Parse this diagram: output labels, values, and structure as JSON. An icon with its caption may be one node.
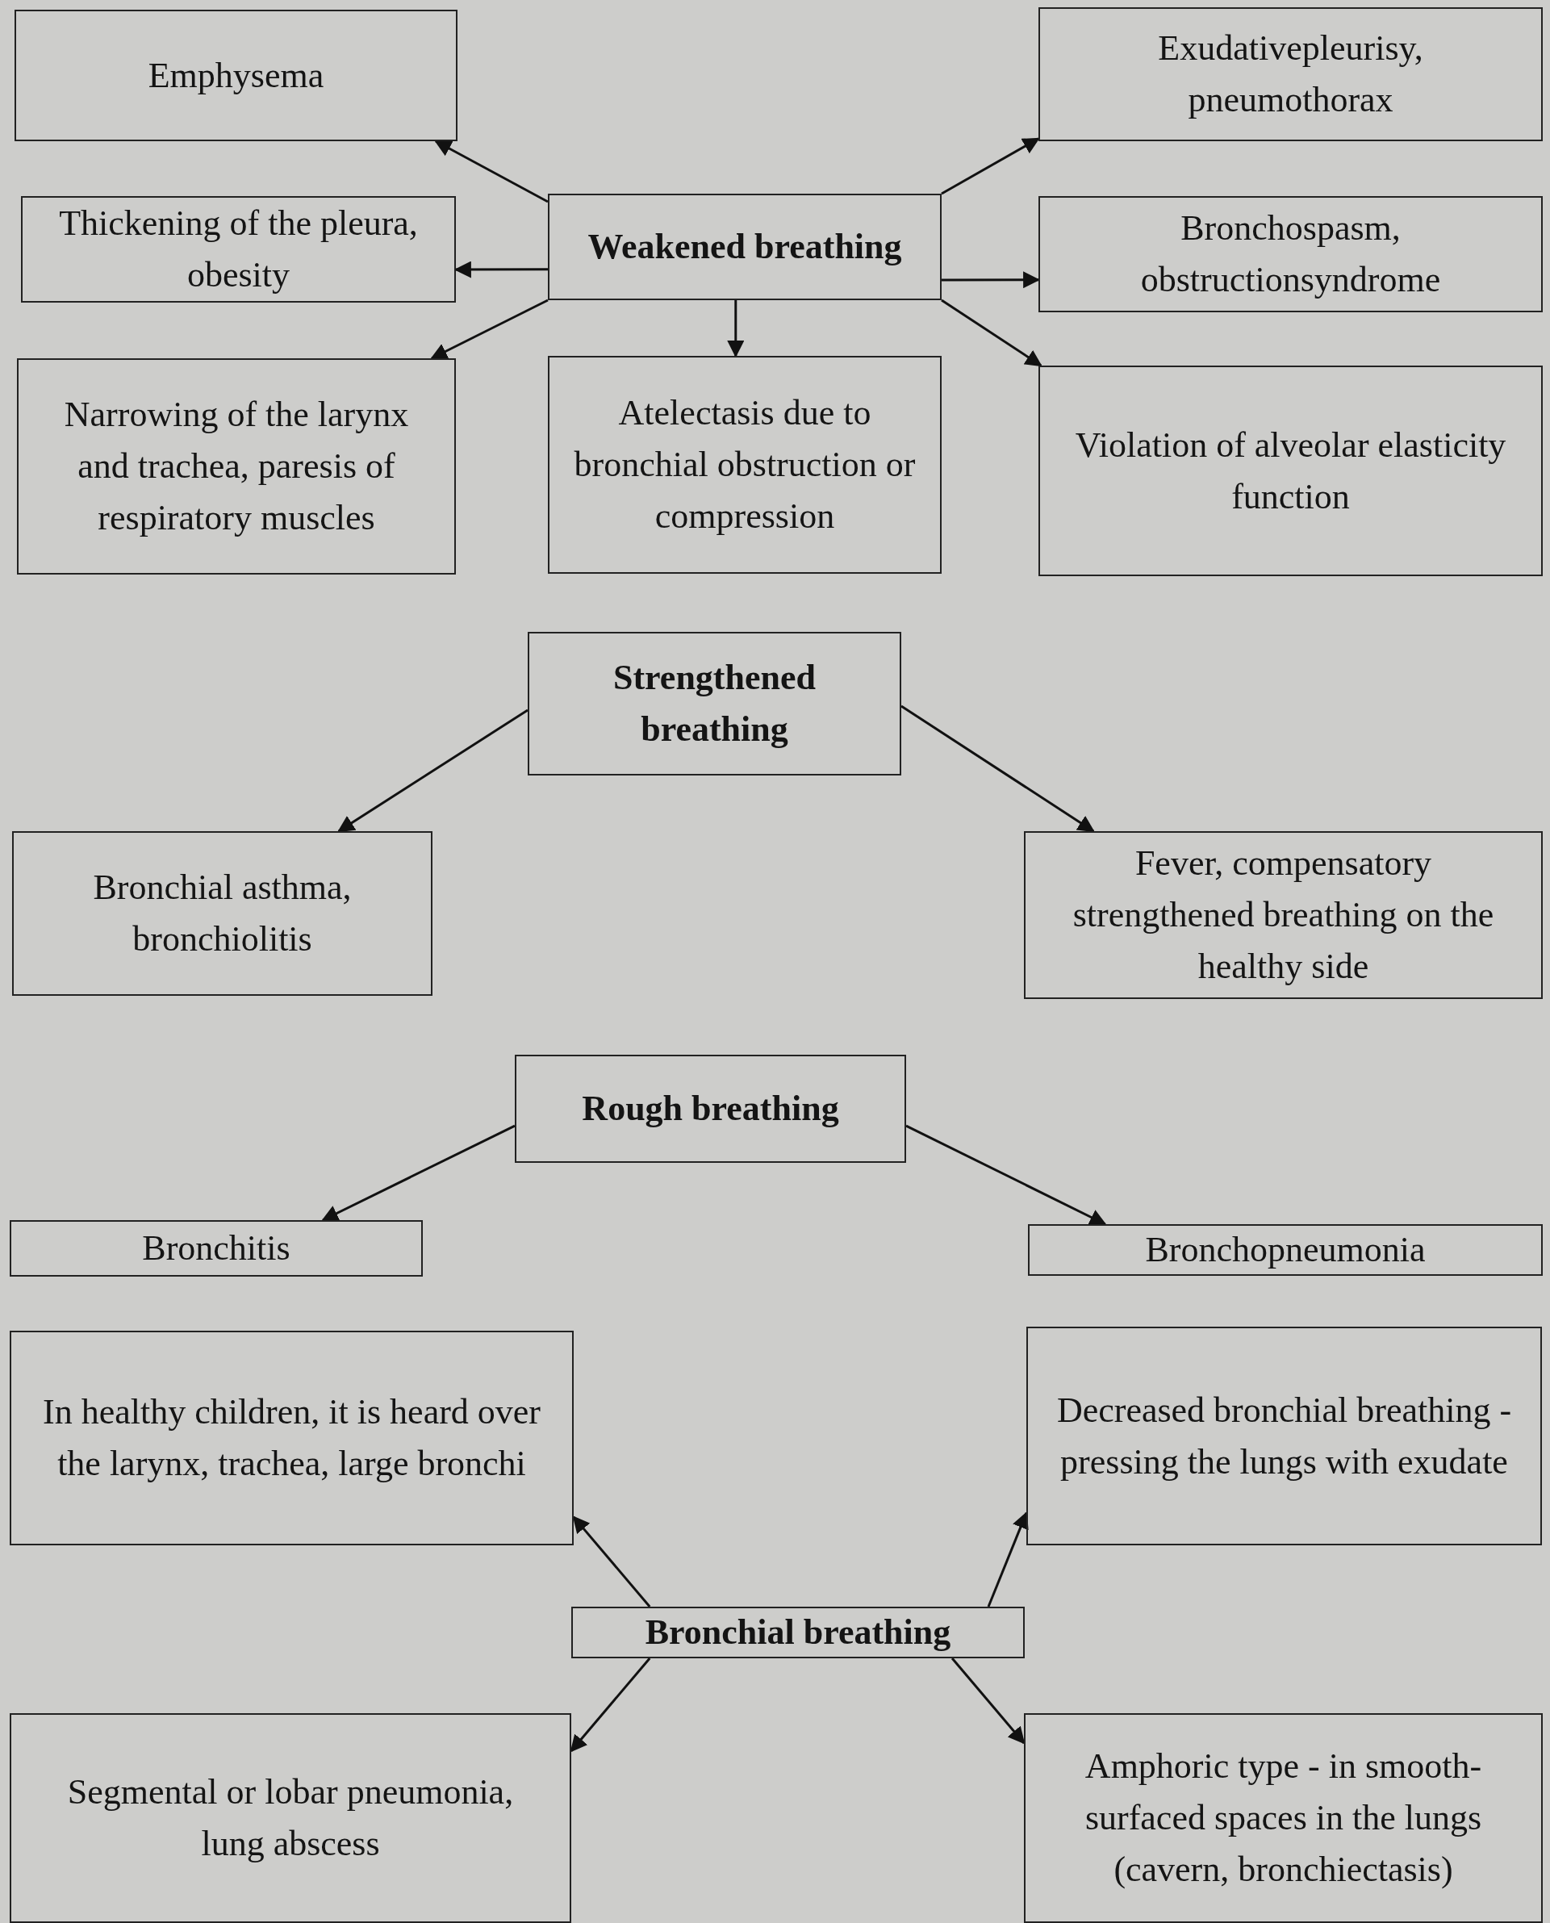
{
  "diagram": {
    "nodes": [
      {
        "text": [
          "Emphysema"
        ]
      },
      {
        "text": [
          "Exudativepleurisy, pneumothorax"
        ]
      },
      {
        "text": [
          "Thickening of the pleura, obesity"
        ]
      },
      {
        "text": [
          "Weakened breathing"
        ]
      },
      {
        "text": [
          "Bronchospasm, obstructionsyndrome"
        ]
      },
      {
        "text": [
          "Narrowing of the larynx and trachea, paresis of respiratory muscles"
        ]
      },
      {
        "text": [
          "Atelectasis due to bronchial obstruction or compression"
        ]
      },
      {
        "text": [
          "Violation of alveolar elasticity function"
        ]
      },
      {
        "text": [
          "Strengthened breathing"
        ]
      },
      {
        "text": [
          "Bronchial asthma, bronchiolitis"
        ]
      },
      {
        "text": [
          "Fever, compensatory strengthened breathing on the healthy side"
        ]
      },
      {
        "text": [
          "Rough breathing"
        ]
      },
      {
        "text": [
          "Bronchitis"
        ]
      },
      {
        "text": [
          "Bronchopneumonia"
        ]
      },
      {
        "text": [
          "In healthy children, it is heard over the larynx, trachea, large bronchi"
        ]
      },
      {
        "text": [
          "Decreased bronchial breathing - pressing the lungs with exudate"
        ]
      },
      {
        "text": [
          "Bronchial breathing"
        ]
      },
      {
        "text": [
          "Segmental or lobar pneumonia, lung abscess"
        ]
      },
      {
        "text": [
          "Amphoric type - in smooth-surfaced spaces in the lungs (cavern, bronchiectasis)"
        ]
      }
    ],
    "edges": [
      {
        "from": 3,
        "to": 0,
        "arrow": "to"
      },
      {
        "from": 3,
        "to": 1,
        "arrow": "to"
      },
      {
        "from": 3,
        "to": 2,
        "arrow": "to"
      },
      {
        "from": 3,
        "to": 4,
        "arrow": "to"
      },
      {
        "from": 3,
        "to": 5,
        "arrow": "to"
      },
      {
        "from": 3,
        "to": 6,
        "arrow": "to"
      },
      {
        "from": 3,
        "to": 7,
        "arrow": "to"
      },
      {
        "from": 8,
        "to": 9,
        "arrow": "to"
      },
      {
        "from": 8,
        "to": 10,
        "arrow": "to"
      },
      {
        "from": 11,
        "to": 12,
        "arrow": "to"
      },
      {
        "from": 11,
        "to": 13,
        "arrow": "to"
      },
      {
        "from": 16,
        "to": 14,
        "arrow": "to"
      },
      {
        "from": 16,
        "to": 15,
        "arrow": "to"
      },
      {
        "from": 16,
        "to": 17,
        "arrow": "to"
      },
      {
        "from": 16,
        "to": 18,
        "arrow": "to"
      }
    ]
  }
}
